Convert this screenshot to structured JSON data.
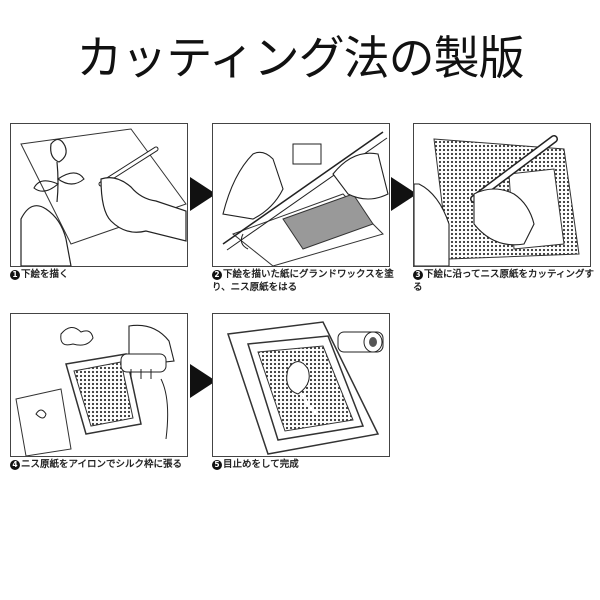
{
  "title": "カッティング法の製版",
  "steps": [
    {
      "num": "1",
      "caption": "下絵を描く"
    },
    {
      "num": "2",
      "caption": "下絵を描いた紙にグランドワックスを塗り、ニス原紙をはる"
    },
    {
      "num": "3",
      "caption": "下絵に沿ってニス原紙をカッティングする"
    },
    {
      "num": "4",
      "caption": "ニス原紙をアイロンでシルク枠に張る"
    },
    {
      "num": "5",
      "caption": "目止めをして完成"
    }
  ]
}
